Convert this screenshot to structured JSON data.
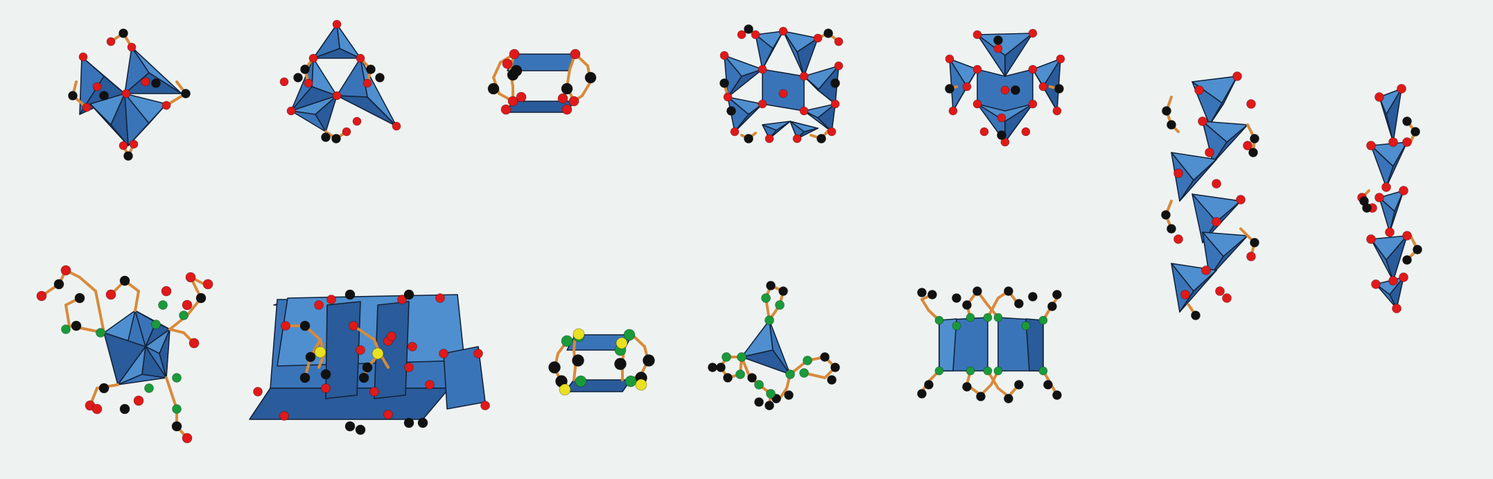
{
  "figure": {
    "background": "#eef3f2",
    "colors": {
      "polyhedron_light": "#4f8fcf",
      "polyhedron_mid": "#3a74b8",
      "polyhedron_dark": "#2a5b9a",
      "edge": "#13233a",
      "bond": "#d98a3a",
      "oxygen": "#e01919",
      "carbon": "#111111",
      "nitrogen": "#1a9a3a",
      "sulfur": "#e8e021"
    },
    "panels": [
      {
        "name": "octahedral-pair-cluster",
        "row": "top",
        "atoms": [
          "oxygen",
          "carbon"
        ]
      },
      {
        "name": "triangular-trimer-cluster",
        "row": "top",
        "atoms": [
          "oxygen",
          "carbon"
        ]
      },
      {
        "name": "rectangular-ring-linker",
        "row": "top",
        "atoms": [
          "oxygen",
          "carbon"
        ]
      },
      {
        "name": "cubic-octamer-cluster",
        "row": "top",
        "atoms": [
          "oxygen",
          "carbon"
        ]
      },
      {
        "name": "cross-shaped-tetramer-cluster",
        "row": "top",
        "atoms": [
          "oxygen",
          "carbon"
        ]
      },
      {
        "name": "zigzag-chain-wide",
        "row": "column",
        "atoms": [
          "oxygen",
          "carbon"
        ]
      },
      {
        "name": "zigzag-chain-narrow",
        "row": "column",
        "atoms": [
          "oxygen",
          "carbon"
        ]
      },
      {
        "name": "pentagonal-bipyramid-complex",
        "row": "bottom",
        "atoms": [
          "oxygen",
          "carbon",
          "nitrogen"
        ]
      },
      {
        "name": "prism-slab-network",
        "row": "bottom",
        "atoms": [
          "oxygen",
          "carbon",
          "sulfur"
        ]
      },
      {
        "name": "rectangular-ring-linker-sulfur",
        "row": "bottom",
        "atoms": [
          "carbon",
          "nitrogen",
          "sulfur"
        ]
      },
      {
        "name": "tetrahedral-pyrazole-complex",
        "row": "bottom",
        "atoms": [
          "carbon",
          "nitrogen"
        ]
      },
      {
        "name": "paired-prism-dimer",
        "row": "bottom",
        "atoms": [
          "carbon",
          "nitrogen"
        ]
      }
    ]
  }
}
